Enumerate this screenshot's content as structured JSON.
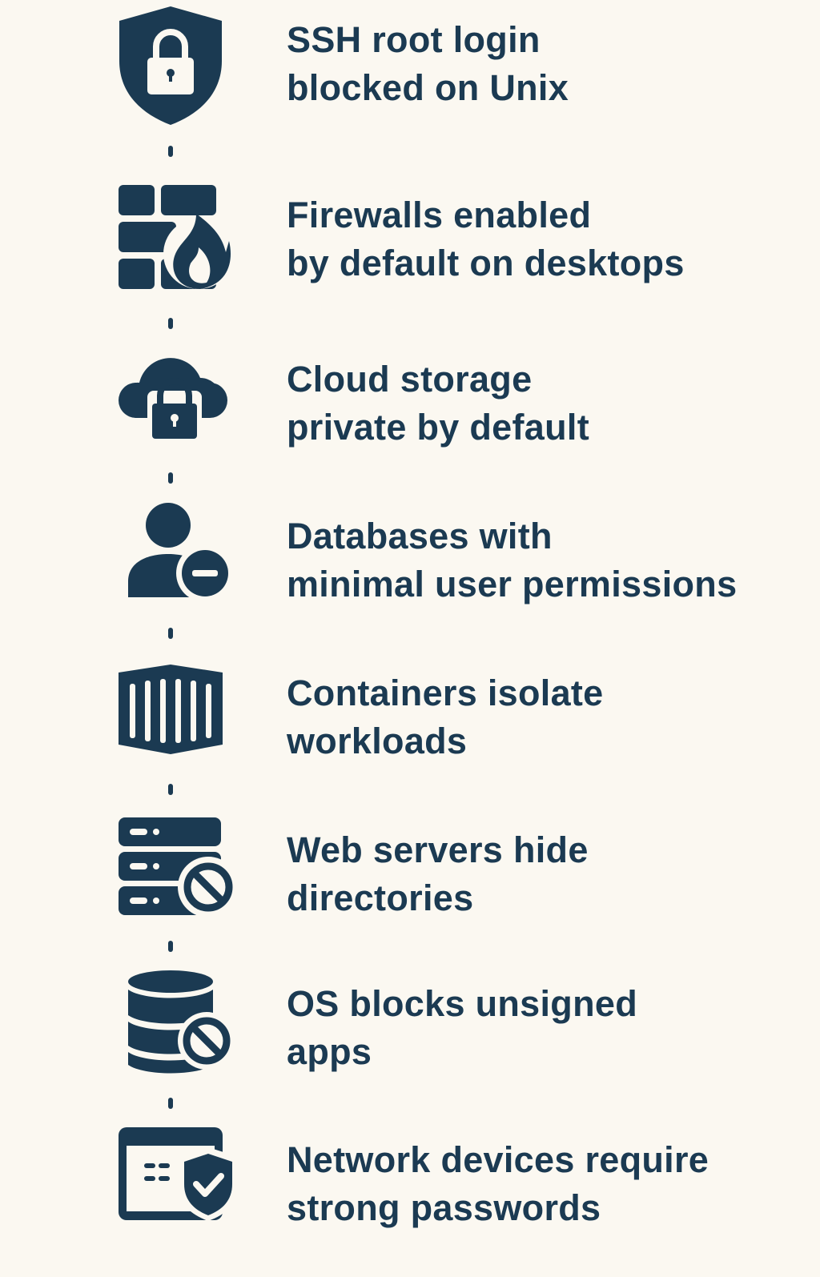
{
  "colors": {
    "primary": "#1b3a52",
    "background": "#fbf8f1"
  },
  "items": [
    {
      "icon": "shield-lock-icon",
      "line1": "SSH root login",
      "line2": "blocked on Unix"
    },
    {
      "icon": "firewall-icon",
      "line1": "Firewalls enabled",
      "line2": "by default on desktops"
    },
    {
      "icon": "cloud-lock-icon",
      "line1": "Cloud storage",
      "line2": "private by default"
    },
    {
      "icon": "user-minus-icon",
      "line1": "Databases with",
      "line2": "minimal user permissions"
    },
    {
      "icon": "container-icon",
      "line1": "Containers isolate",
      "line2": "workloads"
    },
    {
      "icon": "server-block-icon",
      "line1": "Web servers hide",
      "line2": "directories"
    },
    {
      "icon": "database-block-icon",
      "line1": "OS blocks unsigned",
      "line2": "apps"
    },
    {
      "icon": "window-shield-icon",
      "line1": "Network devices require",
      "line2": "strong passwords"
    }
  ]
}
